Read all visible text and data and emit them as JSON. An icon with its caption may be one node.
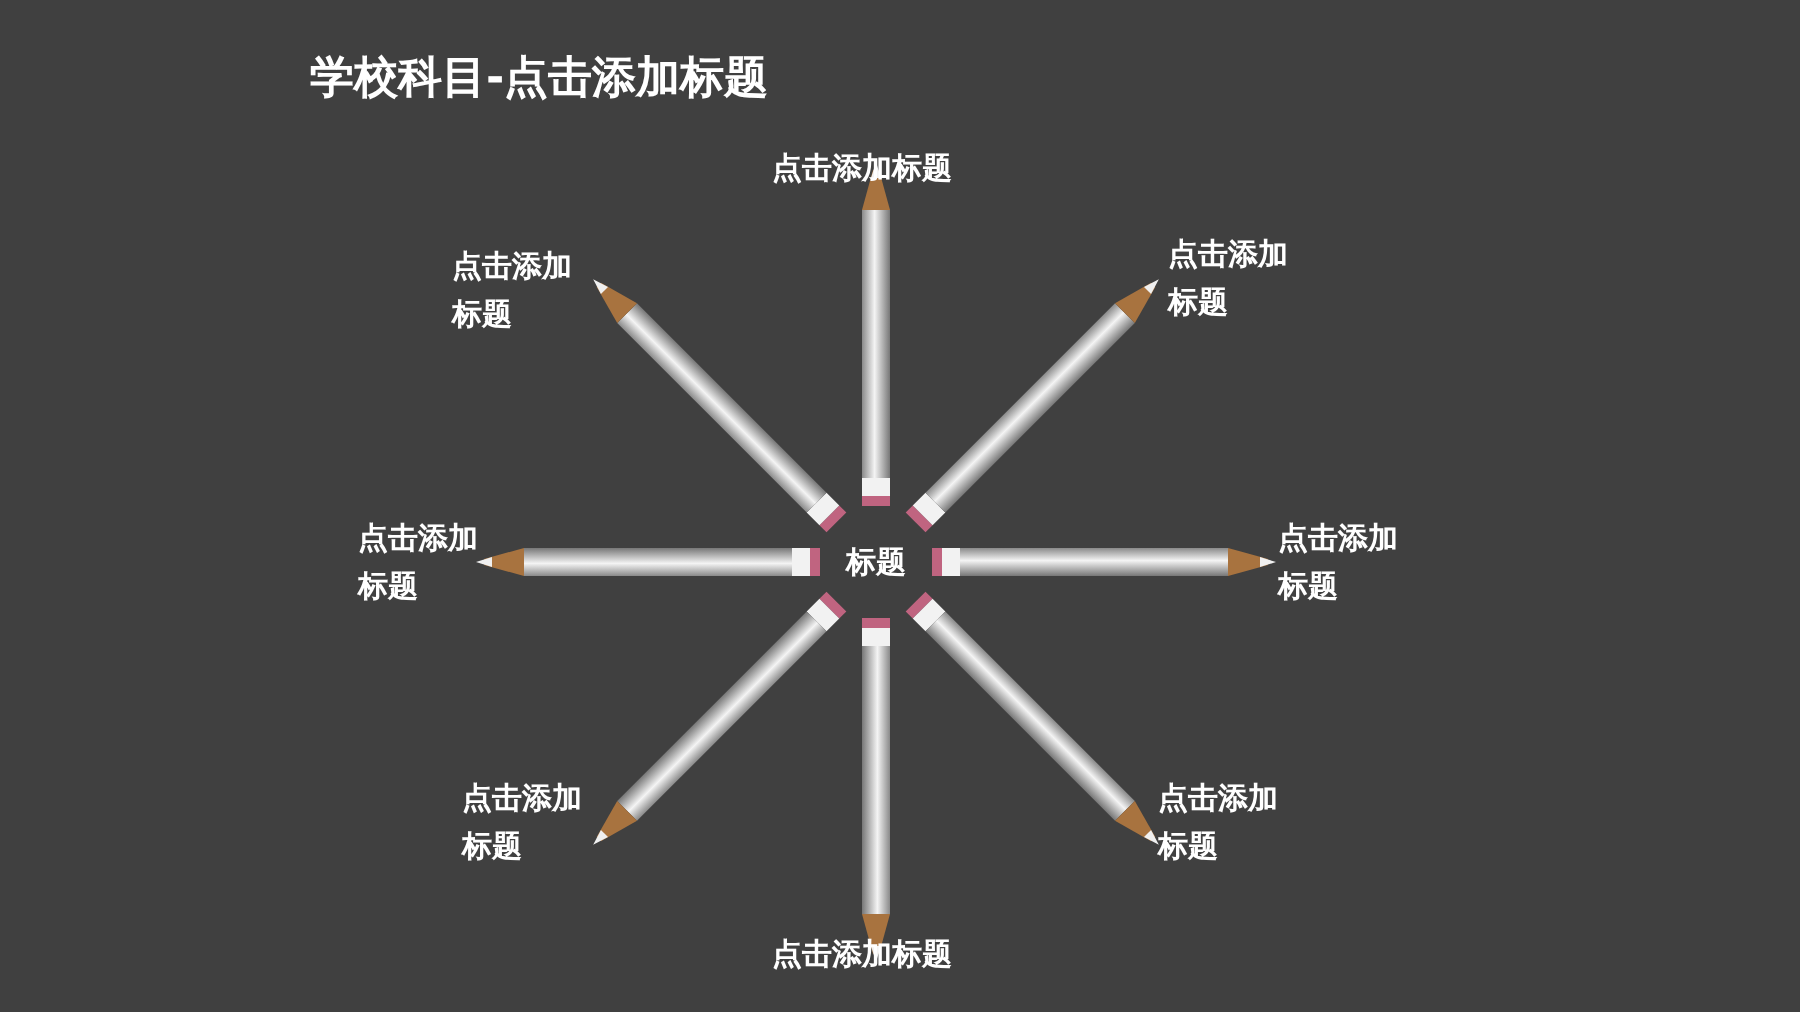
{
  "diagram": {
    "title": "学校科目-点击添加标题",
    "labels": [
      "点击添加标题",
      "点击添加标题",
      "点击添加标题",
      "点击添加标题",
      "标题",
      "点击添加标题",
      "点击添加标题",
      "点击添加标题",
      "点击添加标题"
    ]
  }
}
